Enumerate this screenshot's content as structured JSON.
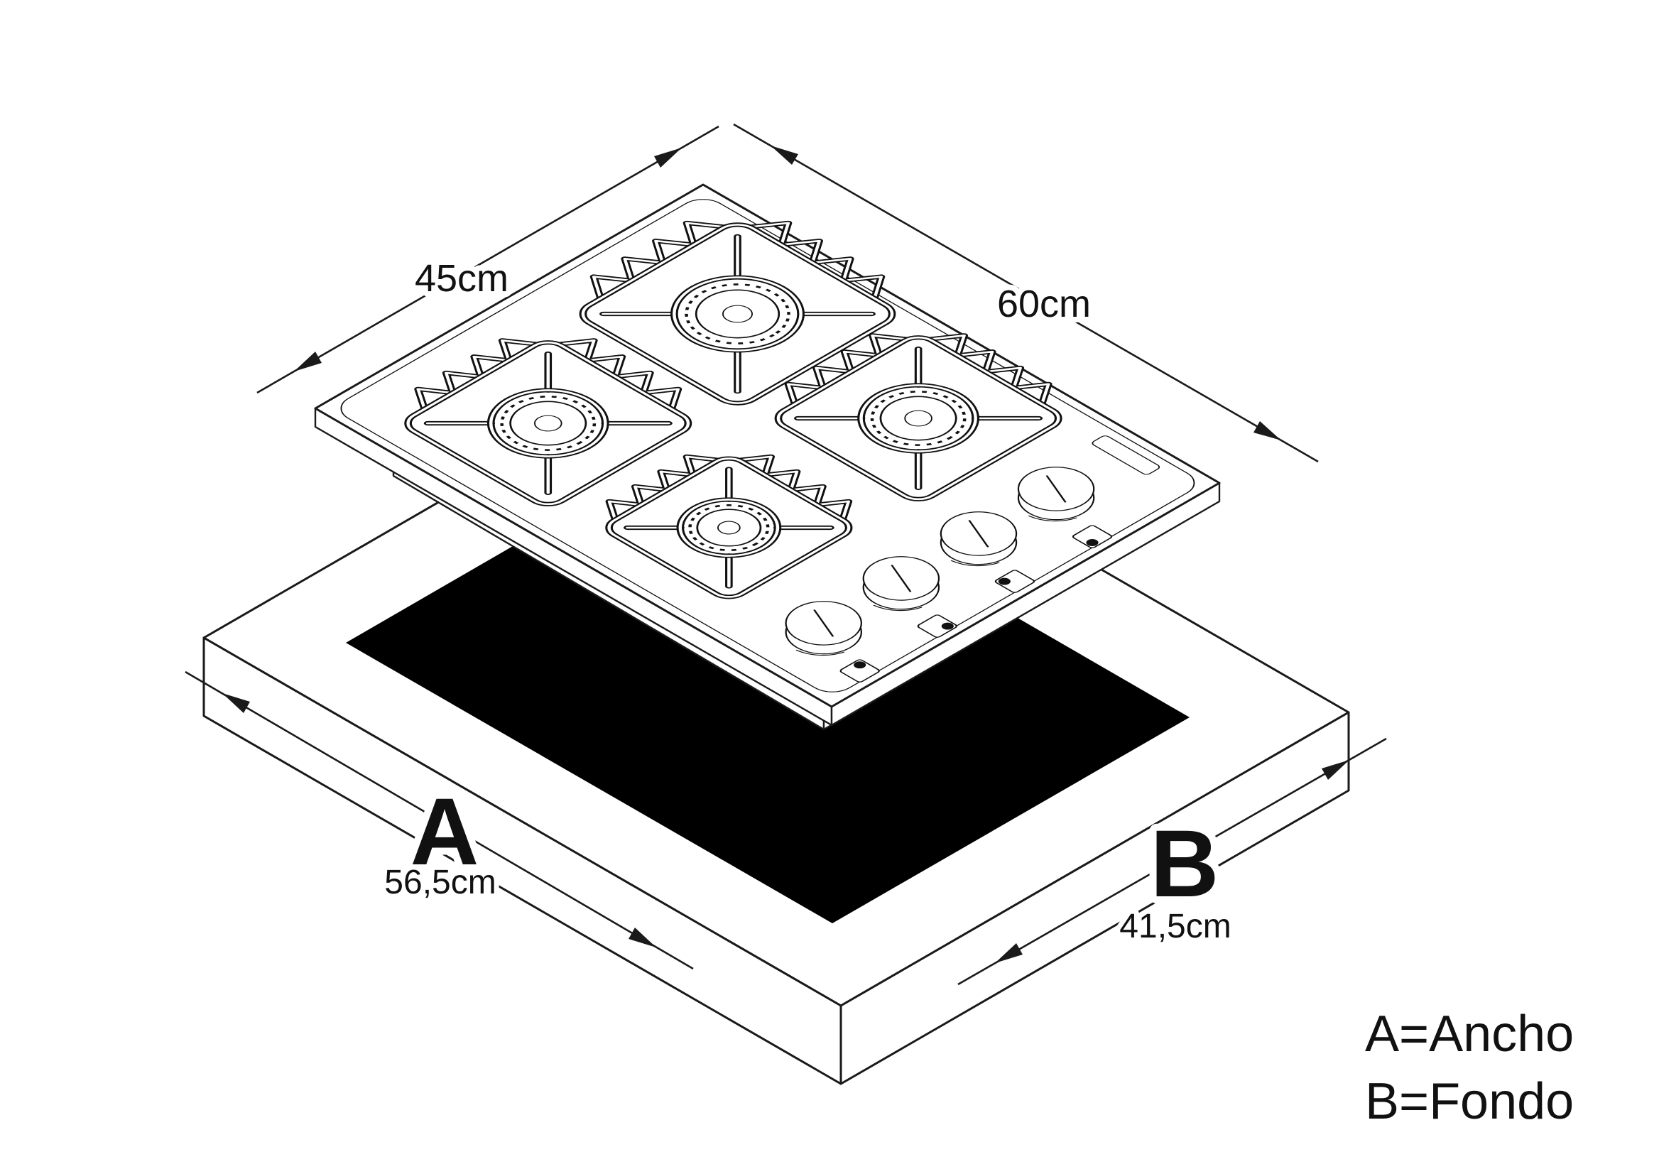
{
  "figure": {
    "labels": {
      "depth": "45cm",
      "width": "60cm",
      "cutout_a_letter": "A",
      "cutout_a_value": "56,5cm",
      "cutout_b_letter": "B",
      "cutout_b_value": "41,5cm"
    },
    "legend": {
      "a": "A=Ancho",
      "b": "B=Fondo"
    },
    "colors": {
      "line": "#1a1a1a",
      "cutout": "#000000",
      "background": "#ffffff"
    }
  }
}
